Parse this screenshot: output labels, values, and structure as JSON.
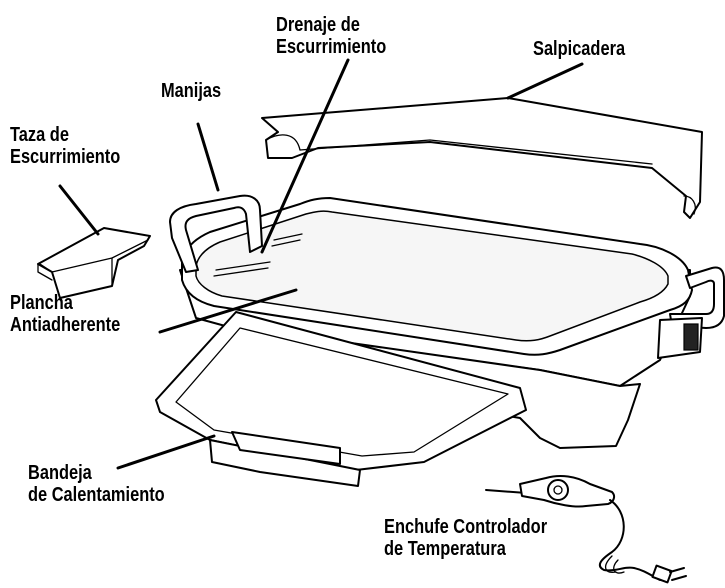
{
  "labels": {
    "drenaje_line1": "Drenaje de",
    "drenaje_line2": "Escurrimiento",
    "salpicadera": "Salpicadera",
    "manijas": "Manijas",
    "taza_line1": "Taza de",
    "taza_line2": "Escurrimiento",
    "plancha_line1": "Plancha",
    "plancha_line2": "Antiadherente",
    "bandeja_line1": "Bandeja",
    "bandeja_line2": "de Calentamiento",
    "enchufe_line1": "Enchufe Controlador",
    "enchufe_line2": "de Temperatura"
  }
}
